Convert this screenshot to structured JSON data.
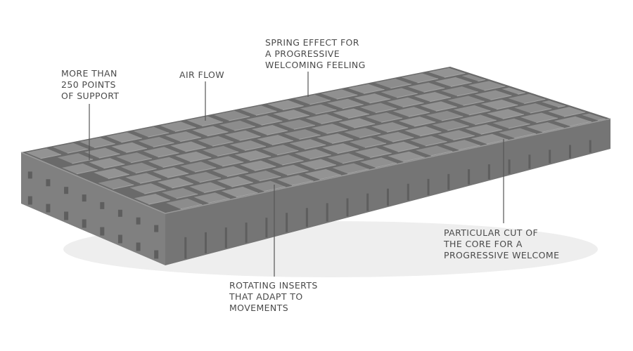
{
  "annotations": {
    "support": [
      "MORE THAN",
      "250 POINTS",
      "OF SUPPORT"
    ],
    "airflow": [
      "AIR FLOW"
    ],
    "spring": [
      "SPRING EFFECT FOR",
      "A PROGRESSIVE",
      "WELCOMING FEELING"
    ],
    "rotating": [
      "ROTATING INSERTS",
      "THAT ADAPT TO",
      "MOVEMENTS"
    ],
    "core_cut": [
      "PARTICULAR CUT OF",
      "THE CORE FOR A",
      "PROGRESSIVE WELCOME"
    ]
  },
  "colors": {
    "label_text": "#4a4a4a",
    "leader_line": "#555555",
    "foam_top": "#8e8e8e",
    "foam_side": "#757575",
    "foam_front": "#808080",
    "groove": "#5e5e5e"
  }
}
